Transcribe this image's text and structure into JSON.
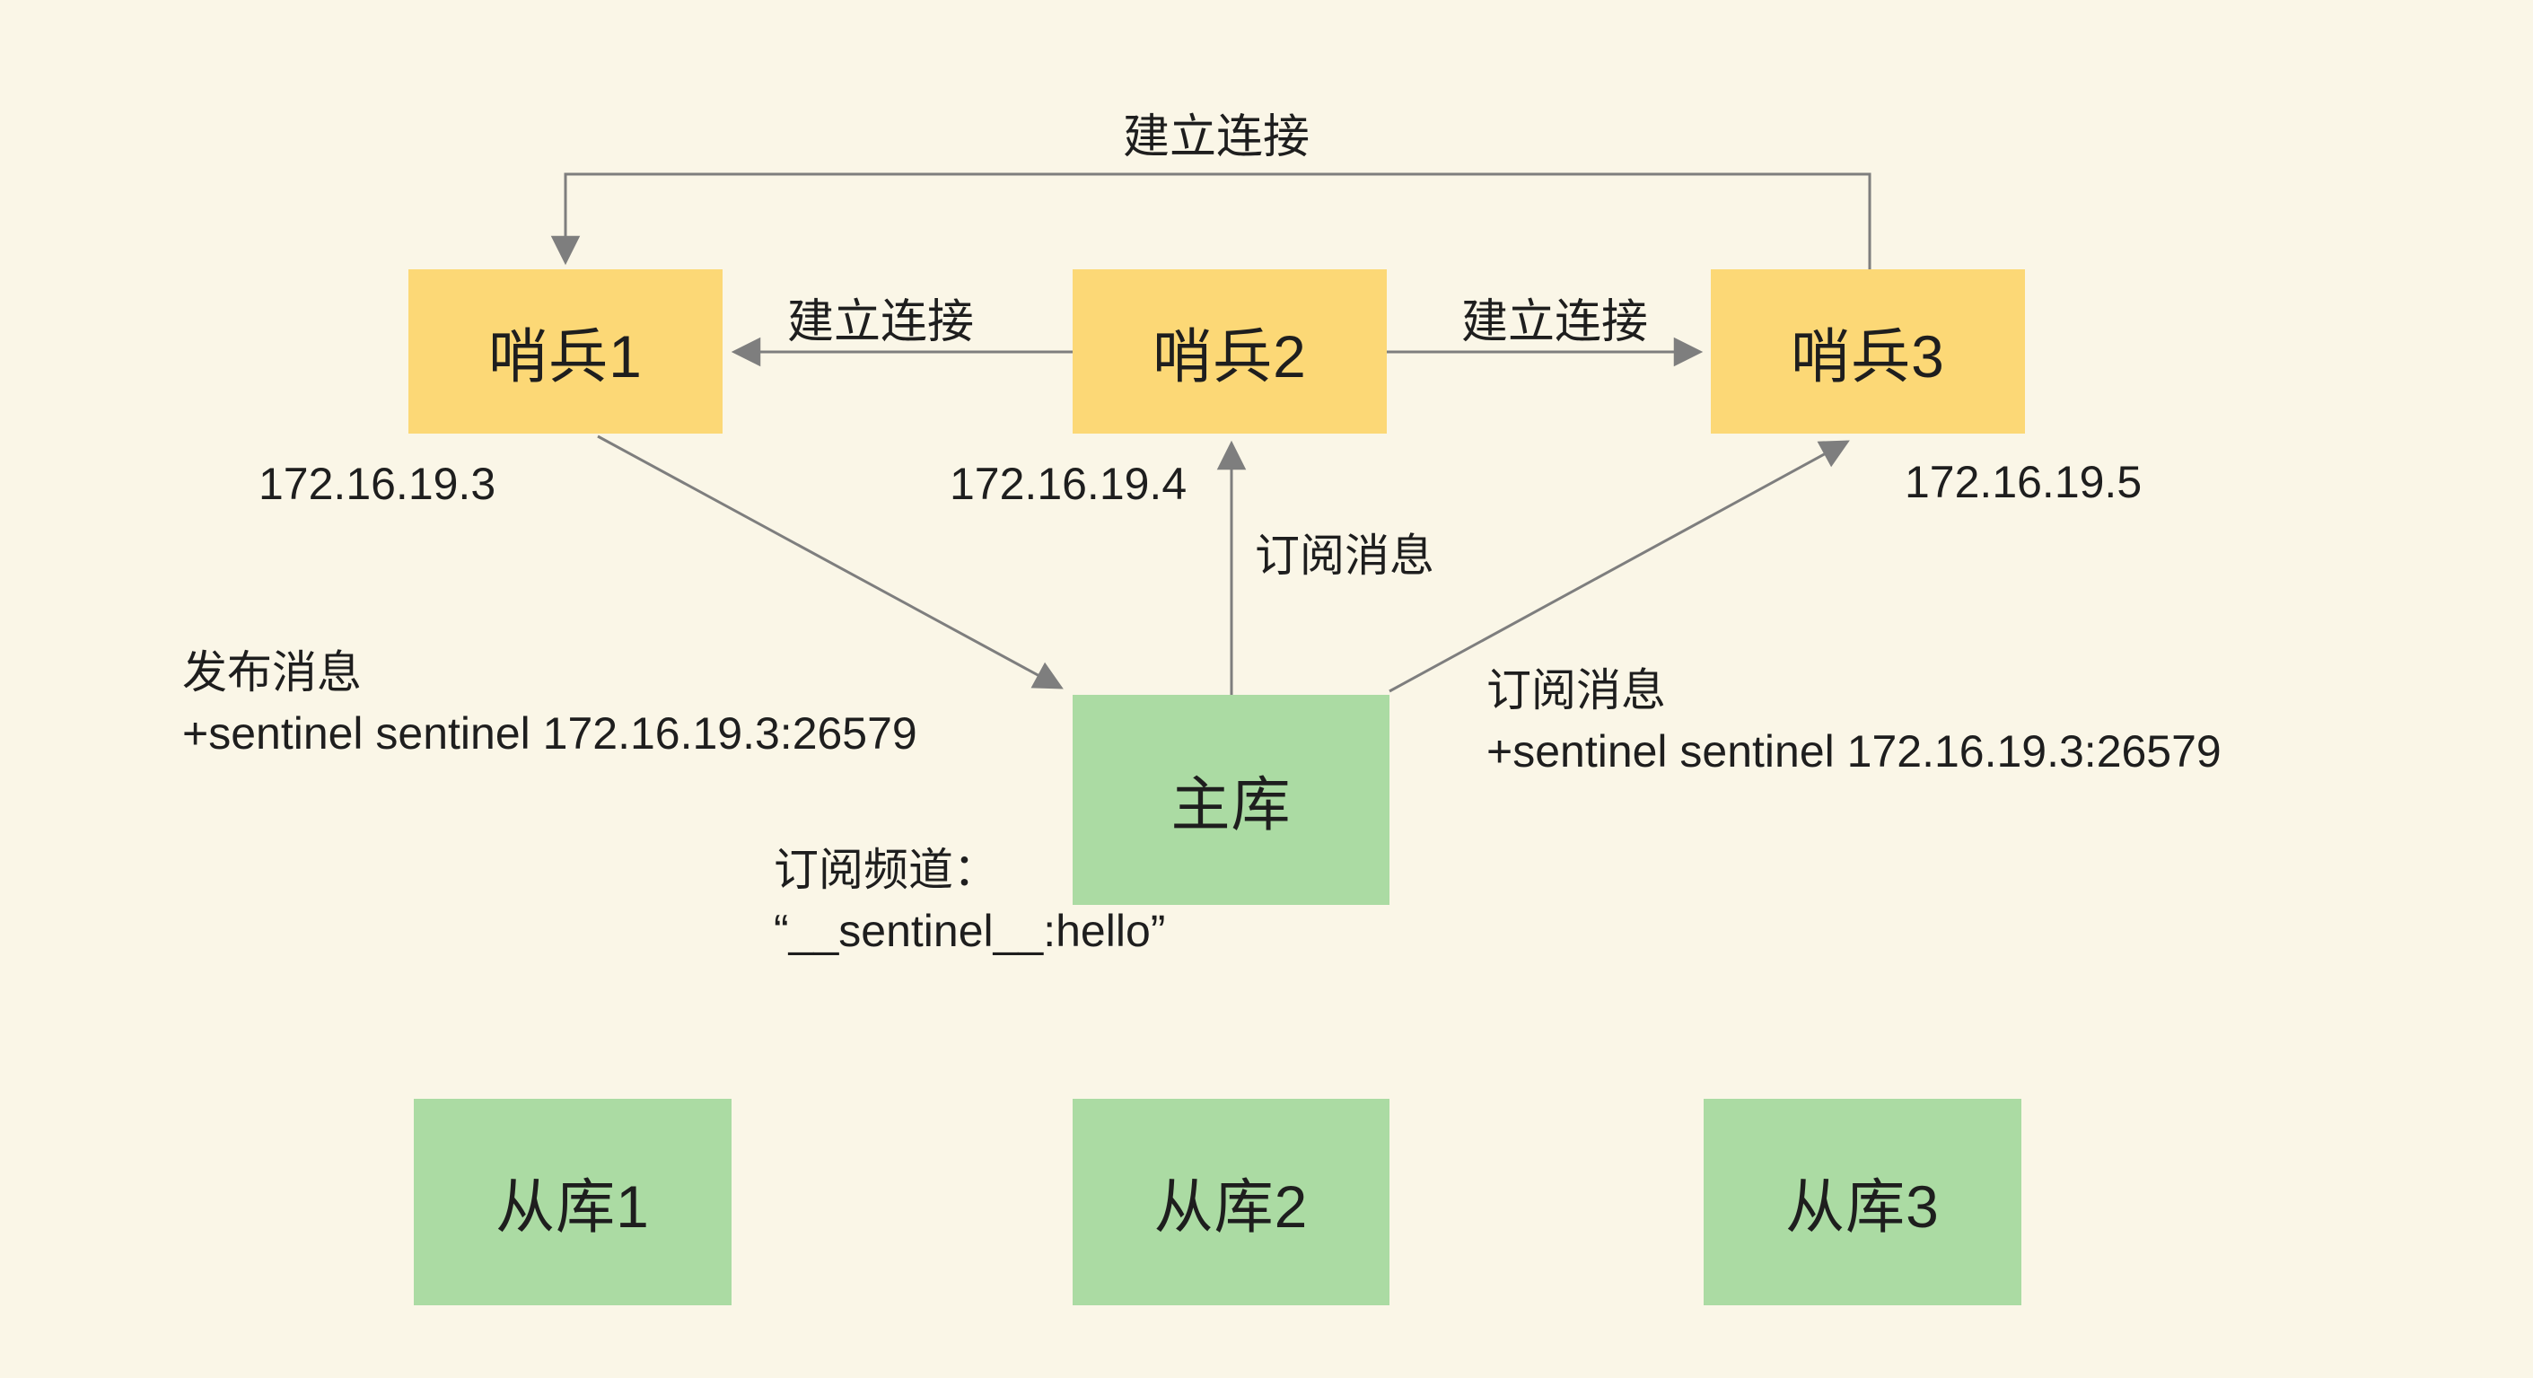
{
  "diagram": {
    "background": "#FAF6E7",
    "colors": {
      "sentinel_fill": "#FCD876",
      "database_fill": "#ABDBA3",
      "arrow": "#7E7E7E",
      "text": "#1E1E1E"
    },
    "nodes": {
      "sentinel1": {
        "label": "哨兵1",
        "ip": "172.16.19.3"
      },
      "sentinel2": {
        "label": "哨兵2",
        "ip": "172.16.19.4"
      },
      "sentinel3": {
        "label": "哨兵3",
        "ip": "172.16.19.5"
      },
      "master": {
        "label": "主库"
      },
      "slave1": {
        "label": "从库1"
      },
      "slave2": {
        "label": "从库2"
      },
      "slave3": {
        "label": "从库3"
      }
    },
    "edges": {
      "top_connect": {
        "label": "建立连接"
      },
      "s2_to_s1": {
        "label": "建立连接"
      },
      "s2_to_s3": {
        "label": "建立连接"
      },
      "master_to_s2": {
        "label": "订阅消息"
      },
      "s1_to_master": {
        "line1": "发布消息",
        "line2": "+sentinel sentinel 172.16.19.3:26579"
      },
      "master_to_s3": {
        "line1": "订阅消息",
        "line2": "+sentinel sentinel 172.16.19.3:26579"
      },
      "channel_note": {
        "line1": "订阅频道：",
        "line2": "“__sentinel__:hello”"
      }
    }
  }
}
